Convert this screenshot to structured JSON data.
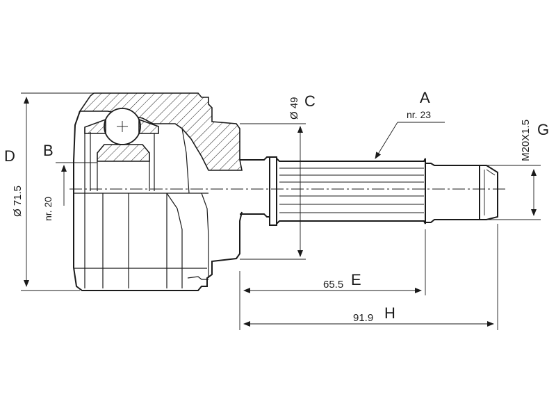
{
  "labels": {
    "A": "A",
    "B": "B",
    "C": "C",
    "D": "D",
    "E": "E",
    "G": "G",
    "H": "H"
  },
  "dimensions": {
    "diameter_c": "Ø 49",
    "splines_a": "nr. 23",
    "thread_g": "M20X1.5",
    "diameter_d": "Ø 71.5",
    "splines_b": "nr. 20",
    "length_e": "65.5",
    "length_h": "91.9"
  }
}
